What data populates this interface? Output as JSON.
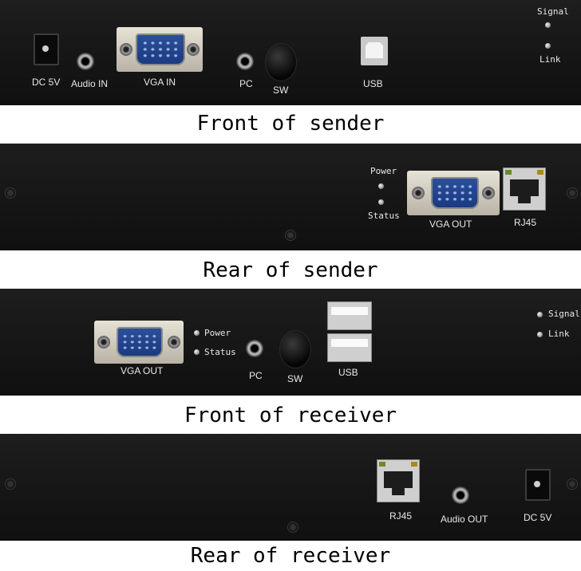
{
  "panels": {
    "front_sender": {
      "caption": "Front of sender",
      "labels": {
        "dc": "DC 5V",
        "audio_in": "Audio IN",
        "vga_in": "VGA IN",
        "pc": "PC",
        "sw": "SW",
        "usb": "USB",
        "signal": "Signal",
        "link": "Link"
      }
    },
    "rear_sender": {
      "caption": "Rear of sender",
      "labels": {
        "power": "Power",
        "status": "Status",
        "vga_out": "VGA OUT",
        "rj45": "RJ45"
      }
    },
    "front_receiver": {
      "caption": "Front of receiver",
      "labels": {
        "vga_out": "VGA OUT",
        "power": "Power",
        "status": "Status",
        "pc": "PC",
        "sw": "SW",
        "usb": "USB",
        "signal": "Signal",
        "link": "Link"
      }
    },
    "rear_receiver": {
      "caption": "Rear of receiver",
      "labels": {
        "rj45": "RJ45",
        "audio_out": "Audio OUT",
        "dc": "DC 5V"
      }
    }
  }
}
